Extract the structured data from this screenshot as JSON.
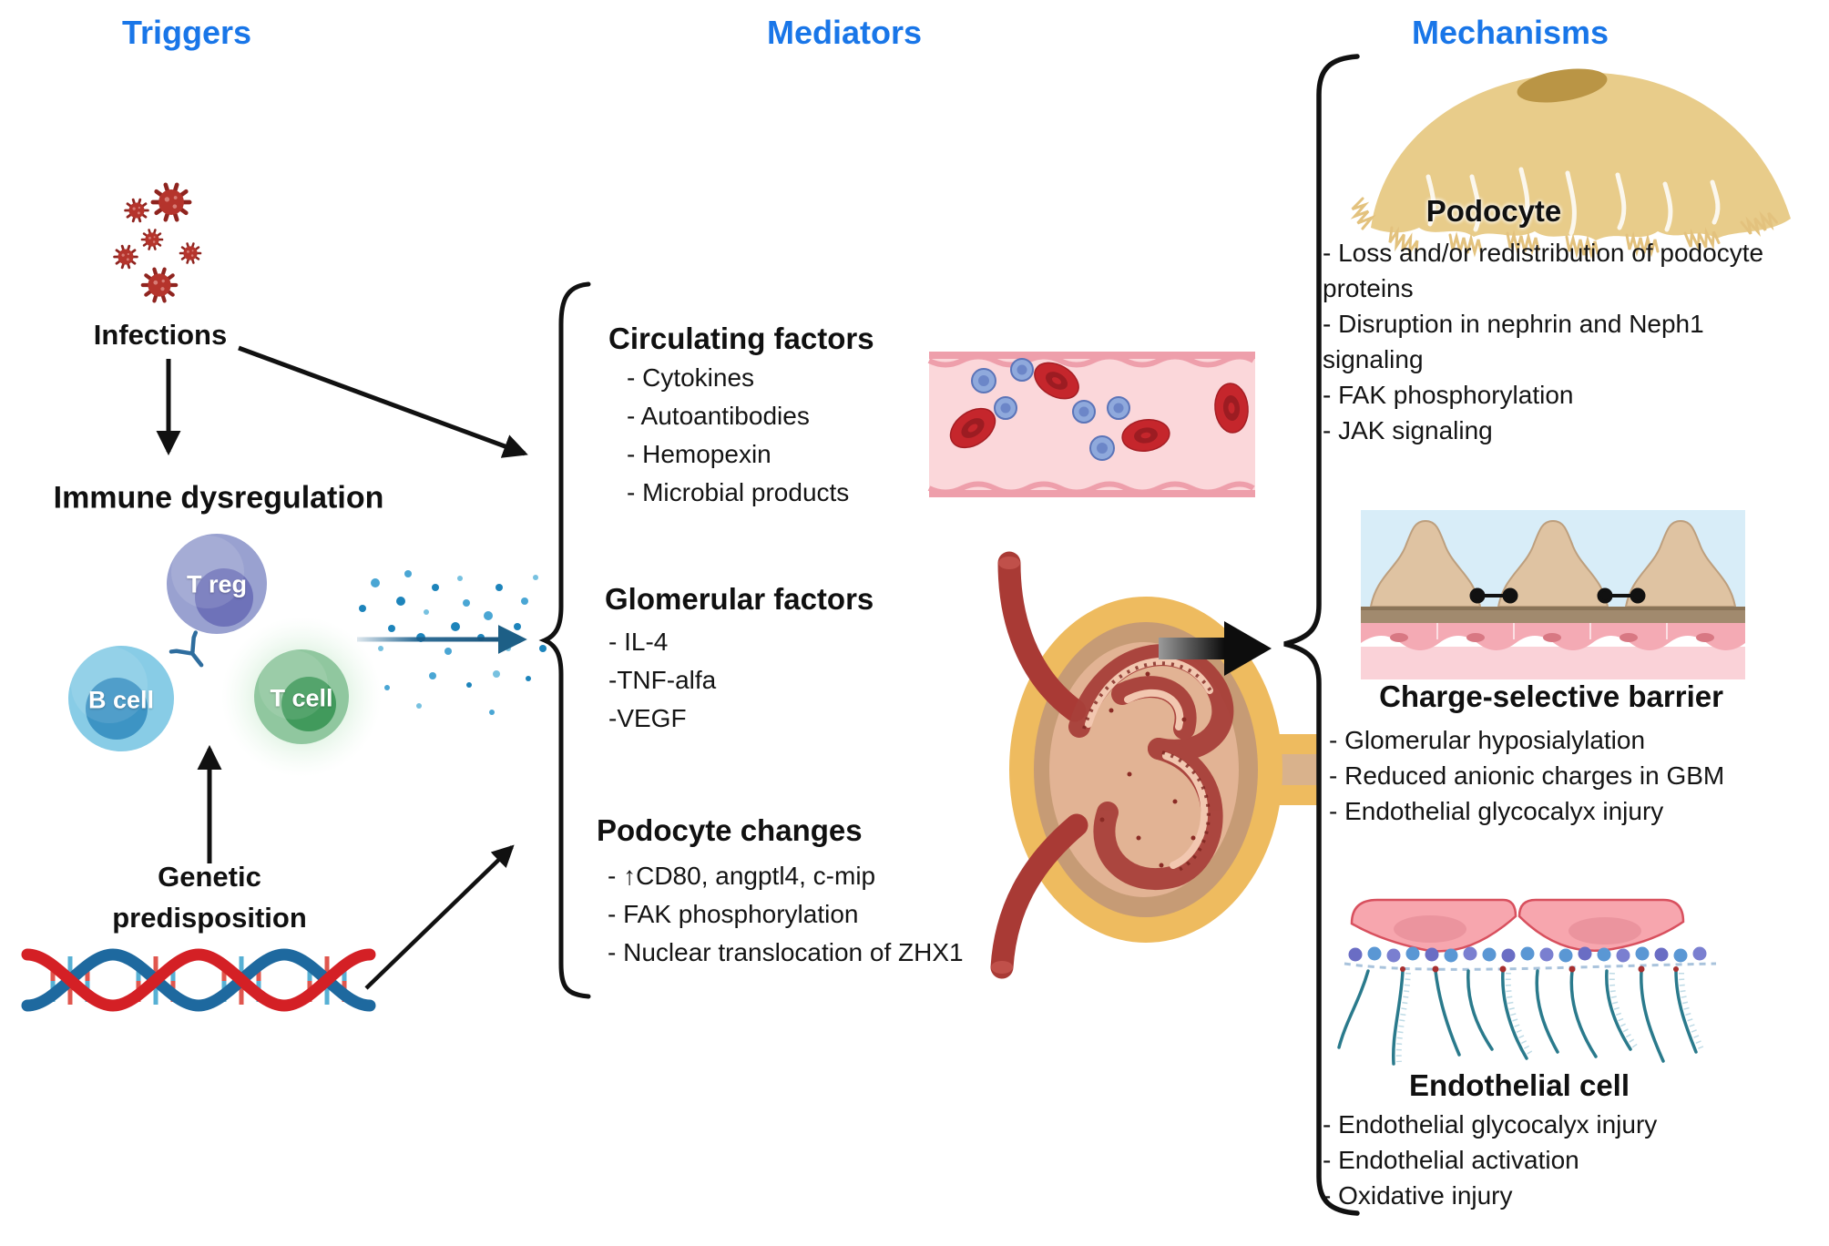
{
  "headers": {
    "triggers": "Triggers",
    "mediators": "Mediators",
    "mechanisms": "Mechanisms"
  },
  "triggers": {
    "infections": "Infections",
    "immune_dysregulation": "Immune dysregulation",
    "t_reg": "T reg",
    "b_cell": "B cell",
    "t_cell": "T cell",
    "genetic_line1": "Genetic",
    "genetic_line2": "predisposition"
  },
  "mediators": {
    "circulating_factors": {
      "title": "Circulating factors",
      "items": [
        "- Cytokines",
        "- Autoantibodies",
        "- Hemopexin",
        "- Microbial products"
      ]
    },
    "glomerular_factors": {
      "title": "Glomerular factors",
      "items": [
        "- IL-4",
        "-TNF-alfa",
        "-VEGF"
      ]
    },
    "podocyte_changes": {
      "title": "Podocyte changes",
      "items": [
        "- ↑CD80, angptl4, c-mip",
        "- FAK phosphorylation",
        "- Nuclear translocation of ZHX1"
      ]
    }
  },
  "mechanisms": {
    "podocyte": {
      "title": "Podocyte",
      "items": [
        "- Loss and/or redistribution of podocyte proteins",
        "- Disruption in nephrin and Neph1 signaling",
        "- FAK phosphorylation",
        "- JAK signaling"
      ]
    },
    "charge_selective_barrier": {
      "title": "Charge-selective barrier",
      "items": [
        "- Glomerular hyposialylation",
        "- Reduced anionic charges in GBM",
        "- Endothelial glycocalyx injury"
      ]
    },
    "endothelial_cell": {
      "title": "Endothelial cell",
      "items": [
        "- Endothelial glycocalyx injury",
        "- Endothelial activation",
        "- Oxidative injury"
      ]
    }
  },
  "colors": {
    "header_blue": "#1976e8",
    "virus_red": "#b5342c",
    "dna_red": "#d42025",
    "dna_blue": "#1e699f"
  }
}
